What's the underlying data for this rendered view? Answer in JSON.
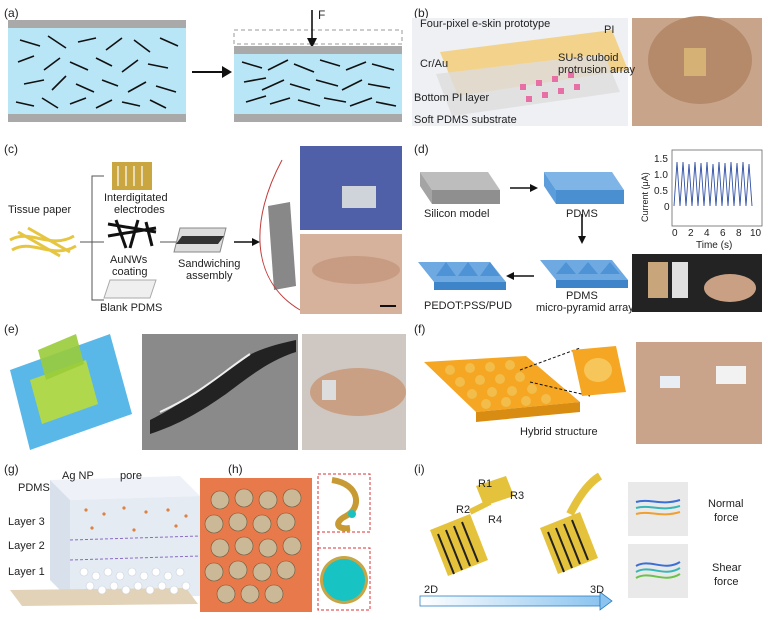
{
  "panels": {
    "a": {
      "label": "(a)",
      "force": "F"
    },
    "b": {
      "label": "(b)",
      "title": "Four-pixel e-skin prototype",
      "pi": "PI",
      "cr_au": "Cr/Au",
      "su8": "SU-8 cuboid\nprotrusion array",
      "su8_line1": "SU-8 cuboid",
      "su8_line2": "protrusion array",
      "bottom_pi": "Bottom PI layer",
      "pdms": "Soft PDMS substrate"
    },
    "c": {
      "label": "(c)",
      "tissue": "Tissue paper",
      "electrodes_1": "Interdigitated",
      "electrodes_2": "electrodes",
      "aunws_1": "AuNWs",
      "aunws_2": "coating",
      "blank": "Blank PDMS",
      "sandwich_1": "Sandwiching",
      "sandwich_2": "assembly"
    },
    "d": {
      "label": "(d)",
      "silicon": "Silicon model",
      "pdms": "PDMS",
      "pedot": "PEDOT:PSS/PUD",
      "pyramid_1": "PDMS",
      "pyramid_2": "micro-pyramid array",
      "ylabel": "Current (μA)",
      "xlabel": "Time (s)",
      "yticks": [
        "1.5",
        "1.0",
        "0.5",
        "0"
      ],
      "xticks": [
        "0",
        "2",
        "4",
        "6",
        "8",
        "10"
      ]
    },
    "e": {
      "label": "(e)"
    },
    "f": {
      "label": "(f)",
      "hybrid": "Hybrid structure"
    },
    "g": {
      "label": "(g)",
      "pdms": "PDMS",
      "agnp": "Ag NP",
      "pore": "pore",
      "layer3": "Layer 3",
      "layer2": "Layer 2",
      "layer1": "Layer 1"
    },
    "h": {
      "label": "(h)"
    },
    "i": {
      "label": "(i)",
      "r1": "R1",
      "r2": "R2",
      "r3": "R3",
      "r4": "R4",
      "normal_1": "Normal",
      "normal_2": "force",
      "shear_1": "Shear",
      "shear_2": "force",
      "axis_start": "2D",
      "axis_end": "3D"
    }
  },
  "colors": {
    "water": "#b9e6f7",
    "plate": "#a9a9a9",
    "gold": "#d9b54a",
    "blue": "#5aa6dc",
    "arrow": "#2a7fc4"
  }
}
